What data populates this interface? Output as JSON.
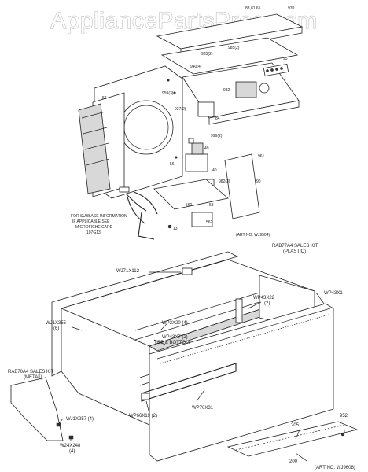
{
  "watermark": "AppliancePartsPros.com",
  "upper": {
    "refs": {
      "r1": "88,81,65",
      "r2": "970",
      "r3": "985(2)",
      "r4": "985(2)",
      "r5": "940(4)",
      "r6": "95",
      "r7": "52",
      "r8": "959(3)",
      "r9": "982",
      "r10": "927(2)",
      "r11": "84",
      "r12": "996(2)",
      "r13": "49",
      "r14": "961",
      "r15": "56",
      "r16": "40",
      "r17": "982(3)",
      "r18": "90",
      "r19": "560",
      "r20": "53",
      "r21": "562",
      "r22": "13"
    },
    "subbase_note": [
      "FOR SUBBASE INFORMATION",
      "IF APPLICABLE SEE",
      "MICROFICHE CARD",
      "107G13"
    ],
    "art_no": "(ART NO. WJ9504)"
  },
  "lower": {
    "sales_kit_plastic": [
      "RAB77A4 SALES KIT",
      "(PLASTIC)"
    ],
    "wj71x112": "WJ71X112",
    "wp43x22": [
      "WP43X22",
      "(2)"
    ],
    "wp43x1": "WP43X1",
    "wj1x355": [
      "WJ1X355",
      "(6)"
    ],
    "wp2x20": "WP2X20 (4)",
    "wp43x7": [
      "WP43X7 (2)",
      "TOP & BOTTOM"
    ],
    "sales_kit_metal": [
      "RAB70A4 SALES KIT",
      "(METAL)"
    ],
    "wp66x19": "WP66X19 (2)",
    "wp70x31": "WP70X31",
    "wj1x257": "WJ1X257 (4)",
    "w24x248": [
      "W24X248",
      "(4)"
    ],
    "r952": "952",
    "r205": "205",
    "r200": "200",
    "art_no": "(ART NO. WJ9608)"
  }
}
